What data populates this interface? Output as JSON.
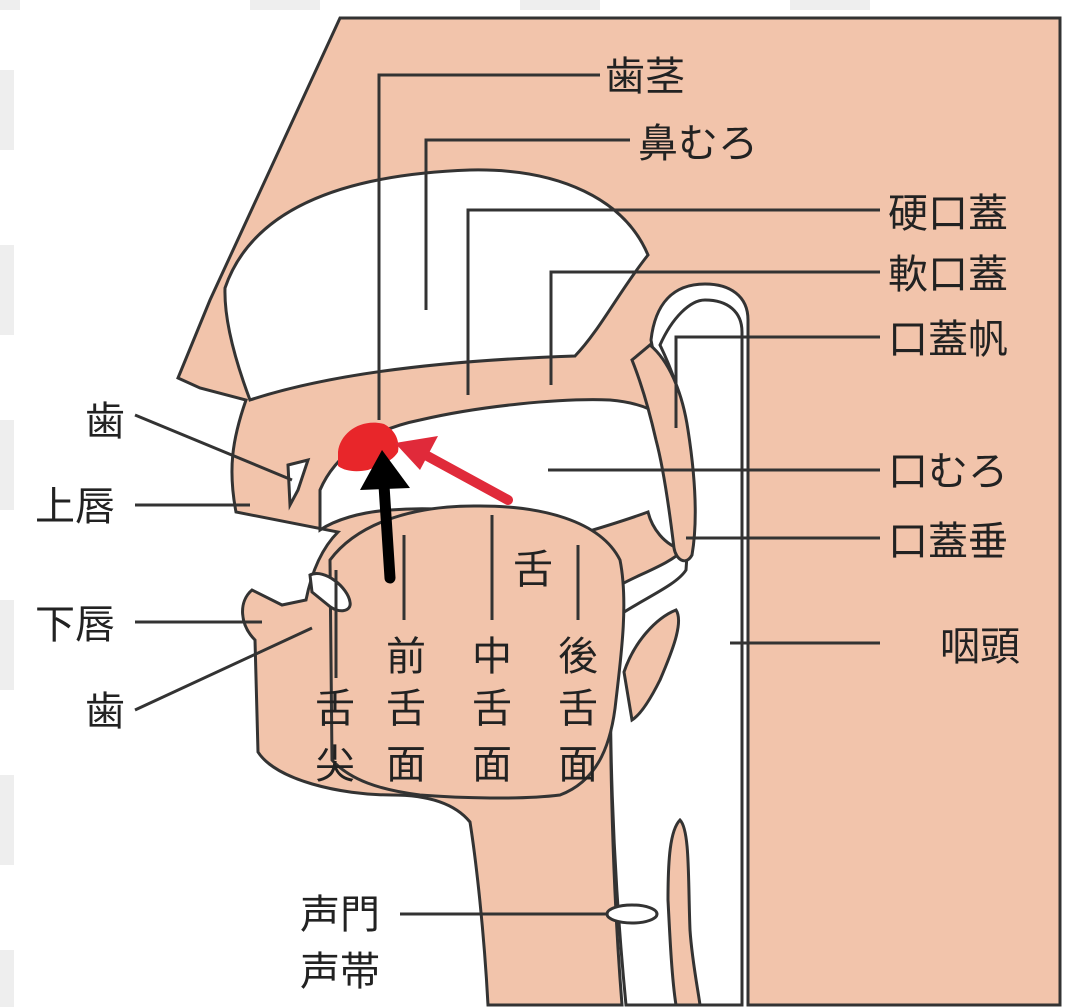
{
  "colors": {
    "tissue": "#f2c4ab",
    "outline": "#333333",
    "text": "#222222",
    "highlight": "#e8262a",
    "red_arrow": "#e02a3a",
    "black_arrow": "#000000"
  },
  "labels": {
    "shikei": "歯茎",
    "bikoukuu": "鼻むろ",
    "koukougai": "硬口蓋",
    "nankougai": "軟口蓋",
    "koukaihan": "口蓋帆",
    "koukuu": "口むろ",
    "koukaisui": "口蓋垂",
    "intou": "咽頭",
    "ha_upper": "歯",
    "uwakuchibiru": "上唇",
    "shitakuchibiru": "下唇",
    "ha_lower": "歯",
    "shita": "舌",
    "zetsusen": [
      "舌",
      "尖"
    ],
    "zenzetsumen": [
      "前",
      "舌",
      "面"
    ],
    "chuuzetsumen": [
      "中",
      "舌",
      "面"
    ],
    "kouzetsumen": [
      "後",
      "舌",
      "面"
    ],
    "seimon": "声門",
    "seitai": "声帯"
  },
  "icons": {
    "highlight": "alveolar-ridge-highlight",
    "arrows": [
      "red-arrow-icon",
      "black-arrow-icon"
    ]
  }
}
